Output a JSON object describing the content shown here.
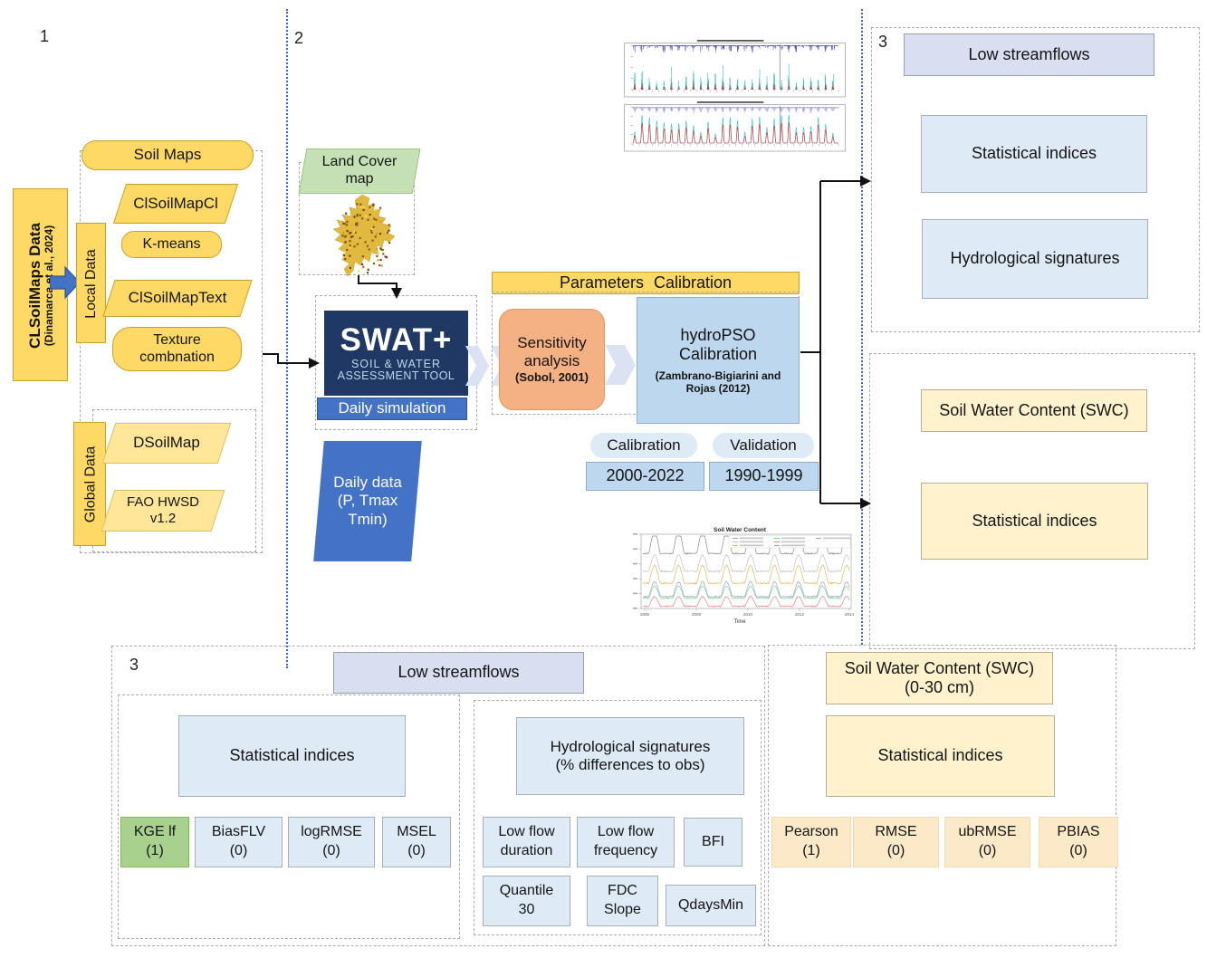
{
  "labels": {
    "s1": "1",
    "s2": "2",
    "s3_top": "3",
    "s3_bottom": "3"
  },
  "left_panel": {
    "clsoilmaps_title": "CLSoilMaps Data",
    "clsoilmaps_ref": "(Dinamarca et al., 2024)",
    "soil_maps": "Soil Maps",
    "local_data": "Local Data",
    "clsoilmapcl": "ClSoilMapCl",
    "kmeans": "K-means",
    "clsoilmaptext": "ClSoilMapText",
    "texture_l1": "Texture",
    "texture_l2": "combnation",
    "global_data": "Global Data",
    "dsoilmap": "DSoilMap",
    "fao_l1": "FAO HWSD",
    "fao_l2": "v1.2"
  },
  "model": {
    "land_cover_l1": "Land Cover",
    "land_cover_l2": "map",
    "swat_logo": "SWAT+",
    "swat_sub1": "SOIL & WATER",
    "swat_sub2": "ASSESSMENT TOOL",
    "daily_simulation": "Daily simulation",
    "daily_data_l1": "Daily data",
    "daily_data_l2": "(P, Tmax",
    "daily_data_l3": "Tmin)"
  },
  "calibration": {
    "header": "Parameters Calibration",
    "sensitivity_l1": "Sensitivity",
    "sensitivity_l2": "analysis",
    "sensitivity_ref": "(Sobol, 2001)",
    "hydropso_l1": "hydroPSO",
    "hydropso_l2": "Calibration",
    "hydropso_ref_l1": "(Zambrano-Bigiarini and",
    "hydropso_ref_l2": "Rojas (2012)",
    "calibration_label": "Calibration",
    "validation_label": "Validation",
    "calibration_period": "2000-2022",
    "validation_period": "1990-1999"
  },
  "outputs_streamflow": {
    "header": "Low streamflows",
    "statistical_indices": "Statistical indices",
    "hydrological_signatures": "Hydrological signatures"
  },
  "outputs_swc": {
    "swc": "Soil Water Content (SWC)",
    "statistical_indices": "Statistical indices"
  },
  "objective_streamflow": {
    "header": "Low streamflows",
    "stat_title": "Statistical indices",
    "metrics": [
      {
        "name": "KGE lf",
        "value": "(1)"
      },
      {
        "name": "BiasFLV",
        "value": "(0)"
      },
      {
        "name": "logRMSE",
        "value": "(0)"
      },
      {
        "name": "MSEL",
        "value": "(0)"
      }
    ],
    "sig_title_l1": "Hydrological signatures",
    "sig_title_l2": "(% differences to obs)",
    "signatures_row1": [
      {
        "l1": "Low flow",
        "l2": "duration"
      },
      {
        "l1": "Low flow",
        "l2": "frequency"
      },
      {
        "l1": "BFI",
        "l2": ""
      }
    ],
    "signatures_row2": [
      {
        "l1": "Quantile",
        "l2": "30"
      },
      {
        "l1": "FDC",
        "l2": "Slope"
      },
      {
        "l1": "QdaysMin",
        "l2": ""
      }
    ]
  },
  "objective_swc": {
    "header_l1": "Soil Water Content (SWC)",
    "header_l2": "(0-30 cm)",
    "stat_title": "Statistical indices",
    "metrics": [
      {
        "name": "Pearson",
        "value": "(1)"
      },
      {
        "name": "RMSE",
        "value": "(0)"
      },
      {
        "name": "ubRMSE",
        "value": "(0)"
      },
      {
        "name": "PBIAS",
        "value": "(0)"
      }
    ]
  },
  "swc_chart": {
    "title": "Soil Water Content",
    "xlabel": "Time",
    "xticks": [
      "2006",
      "2008",
      "2010",
      "2012",
      "2014"
    ]
  },
  "colors": {
    "yellow": "#FFD966",
    "yellow_light": "#FFE699",
    "cream": "#FFF2CC",
    "cream_row": "#FBE9C7",
    "blue_light": "#DEEAF6",
    "blue_header": "#D9DEF1",
    "blue_mid": "#BDD7EE",
    "blue_dark": "#4472C4",
    "navy": "#1F3864",
    "orange": "#F4B183",
    "green": "#A9D18E",
    "green_light": "#C5E0B4",
    "divider_blue": "#4472C4"
  }
}
